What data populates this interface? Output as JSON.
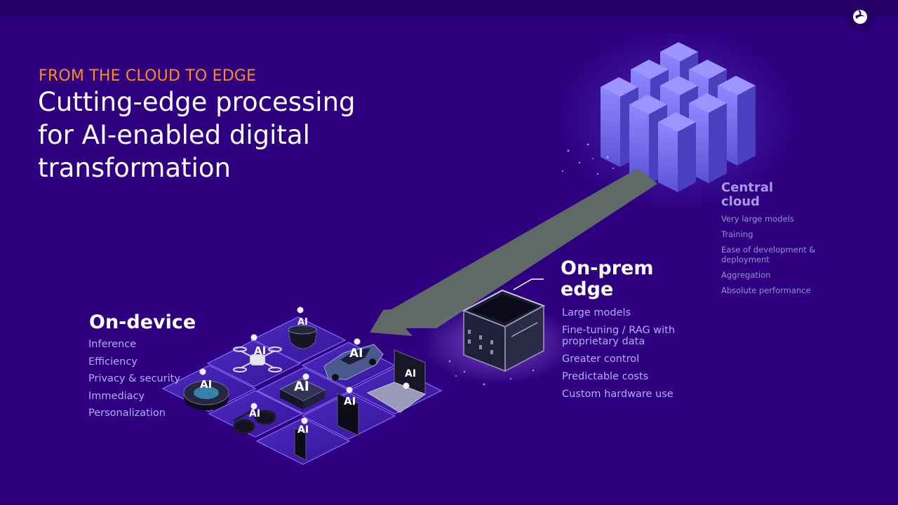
{
  "header": {
    "eyebrow": "FROM THE CLOUD TO EDGE",
    "title": "Cutting-edge processing for AI-enabled digital transformation"
  },
  "on_device": {
    "title": "On-device",
    "items": [
      "Inference",
      "Efficiency",
      "Privacy & security",
      "Immediacy",
      "Personalization"
    ]
  },
  "on_prem_edge": {
    "title": "On-prem edge",
    "items": [
      "Large models",
      "Fine-tuning / RAG with proprietary data",
      "Greater control",
      "Predictable costs",
      "Custom hardware use"
    ]
  },
  "central_cloud": {
    "title": "Central cloud",
    "items": [
      "Very large models",
      "Training",
      "Ease of development & deployment",
      "Aggregation",
      "Absolute performance"
    ]
  },
  "device_label": "AI",
  "colors": {
    "background": "#2e0080",
    "accent": "#ff8c1a",
    "list_text": "#b7a9ff",
    "arrow": "#5f6a67"
  }
}
